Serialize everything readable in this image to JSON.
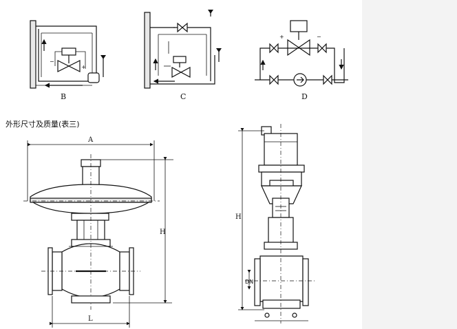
{
  "diagrams": {
    "b_label": "B",
    "c_label": "C",
    "d_label": "D"
  },
  "section_title": "外形尺寸及质量(表三)",
  "dimensions": {
    "a": "A",
    "h_left": "H",
    "l": "L",
    "h_right": "H",
    "dn": "DN"
  },
  "signs": {
    "plus": "+",
    "minus": "−"
  }
}
